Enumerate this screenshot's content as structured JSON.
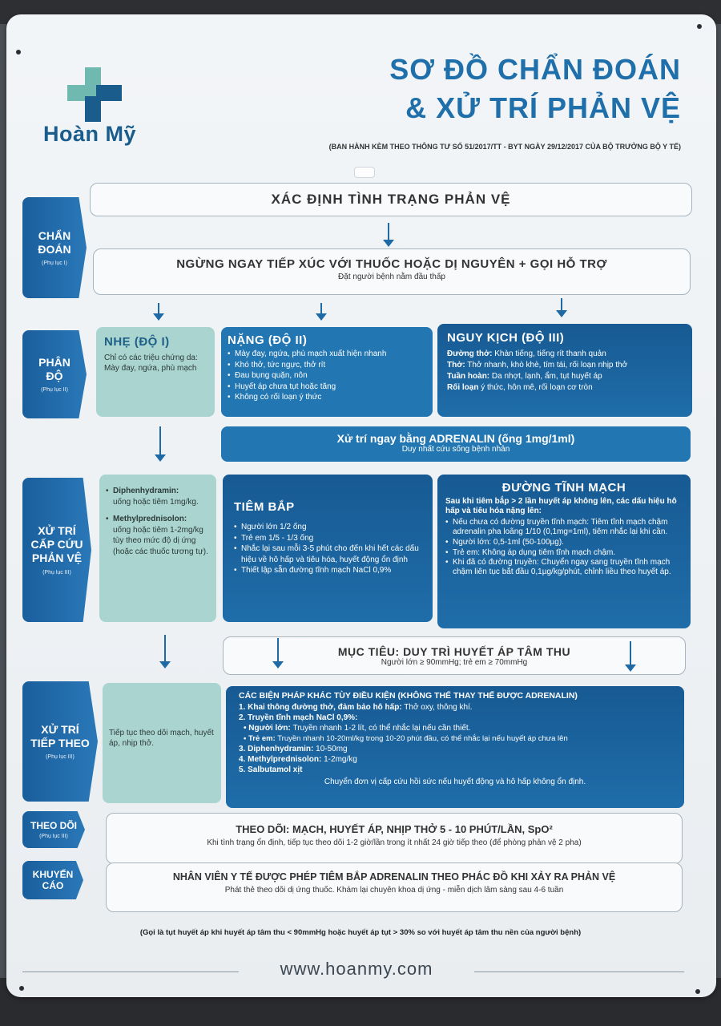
{
  "brand": {
    "name": "Hoàn Mỹ",
    "website": "www.hoanmy.com"
  },
  "header": {
    "title_line1": "SƠ ĐỒ CHẨN ĐOÁN",
    "title_line2": "& XỬ TRÍ PHẢN VỆ",
    "subtitle": "(BAN HÀNH KÈM THEO THÔNG TƯ SỐ 51/2017/TT - BYT NGÀY 29/12/2017 CỦA BỘ TRƯỞNG BỘ Y TẾ)"
  },
  "sections": {
    "chan_doan": {
      "line1": "CHẨN",
      "line2": "ĐOÁN",
      "ref": "(Phụ lục I)"
    },
    "phan_do": {
      "line1": "PHÂN",
      "line2": "ĐỘ",
      "ref": "(Phụ lục II)"
    },
    "xu_tri_cap_cuu": {
      "line1": "XỬ TRÍ",
      "line2": "CẤP CỨU",
      "line3": "PHẢN VỆ",
      "ref": "(Phụ lục III)"
    },
    "xu_tri_tiep_theo": {
      "line1": "XỬ TRÍ",
      "line2": "TIẾP THEO",
      "ref": "(Phụ lục III)"
    },
    "theo_doi": {
      "line1": "THEO DÕI",
      "ref": "(Phụ lục III)"
    },
    "khuyen_cao": {
      "line1": "KHUYẾN",
      "line2": "CÁO"
    }
  },
  "diagnosis": {
    "step1": "XÁC ĐỊNH TÌNH TRẠNG PHẢN VỆ",
    "step2": "NGỪNG NGAY TIẾP XÚC VỚI THUỐC HOẶC DỊ NGUYÊN + GỌI HỖ TRỢ",
    "step2_sub": "Đặt người bệnh nằm đầu thấp"
  },
  "grades": {
    "mild": {
      "title": "NHẸ (ĐỘ I)",
      "text": "Chỉ có các triệu chứng da: Mày đay, ngứa, phù mạch"
    },
    "severe": {
      "title": "NẶNG (ĐỘ II)",
      "items": [
        "Mày đay, ngứa, phù mạch xuất hiện nhanh",
        "Khó thở, tức ngực, thở rít",
        "Đau bụng quặn, nôn",
        "Huyết áp chưa tụt hoặc tăng",
        "Không có rối loạn ý thức"
      ]
    },
    "critical": {
      "title": "NGUY KỊCH (ĐỘ III)",
      "rows": [
        {
          "label": "Đường thở:",
          "text": "Khàn tiếng, tiếng rít thanh quản"
        },
        {
          "label": "Thở:",
          "text": "Thở nhanh, khò khè, tím tái, rối loạn nhịp thở"
        },
        {
          "label": "Tuần hoàn:",
          "text": "Da nhợt, lạnh, ẩm, tụt huyết áp"
        },
        {
          "label": "Rối loạn",
          "text": "ý thức, hôn mê, rối loạn cơ tròn"
        }
      ]
    }
  },
  "adrenalin": {
    "title": "Xử trí ngay bằng ADRENALIN (ống 1mg/1ml)",
    "sub": "Duy nhất cứu sống bệnh nhân"
  },
  "emergency": {
    "mild_items": [
      {
        "name": "Diphenhydramin:",
        "text": "uống hoặc tiêm 1mg/kg."
      },
      {
        "name": "Methylprednisolon:",
        "text": "uống hoặc tiêm 1-2mg/kg tùy theo mức độ dị ứng (hoặc các thuốc tương tự)."
      }
    ],
    "im": {
      "title": "TIÊM BẮP",
      "items": [
        "Người lớn 1/2 ống",
        "Trẻ em 1/5 - 1/3 ống",
        "Nhắc lại sau mỗi 3-5 phút cho đến khi hết các dấu hiệu về hô hấp và tiêu hóa, huyết động ổn định",
        "Thiết lập sẵn đường tĩnh mạch NaCl 0,9%"
      ]
    },
    "iv": {
      "title": "ĐƯỜNG TĨNH MẠCH",
      "intro": "Sau khi tiêm bắp > 2 lần huyết áp không lên, các dấu hiệu hô hấp và tiêu hóa nặng lên:",
      "items": [
        "Nếu chưa có đường truyền tĩnh mạch: Tiêm tĩnh mạch chậm adrenalin pha loãng 1/10 (0,1mg=1ml), tiêm nhắc lại khi cần.",
        "Người lớn: 0,5-1ml (50-100µg).",
        "Trẻ em: Không áp dụng tiêm tĩnh mạch chậm.",
        "Khi đã có đường truyền: Chuyển ngay sang truyền tĩnh mạch chậm liên tục bắt đầu 0,1µg/kg/phút, chỉnh liều theo huyết áp."
      ]
    }
  },
  "target": {
    "title": "MỤC TIÊU: DUY TRÌ HUYẾT ÁP TÂM THU",
    "sub": "Người lớn ≥ 90mmHg; trẻ em ≥ 70mmHg"
  },
  "followup": {
    "mild_text": "Tiếp tục theo dõi mạch, huyết áp, nhịp thở.",
    "title": "CÁC BIỆN PHÁP KHÁC TÙY ĐIỀU KIỆN (KHÔNG THỂ THAY THẾ ĐƯỢC ADRENALIN)",
    "lines": [
      {
        "label": "1. Khai thông đường thở, đảm bảo hô hấp:",
        "text": "Thở oxy, thông khí."
      },
      {
        "label": "2. Truyền tĩnh mạch NaCl 0,9%:",
        "text": ""
      },
      {
        "label": "• Người lớn:",
        "text": "Truyền nhanh 1-2 lít, có thể nhắc lại nếu cần thiết."
      },
      {
        "label": "• Trẻ em:",
        "text": "Truyền nhanh 10-20ml/kg trong 10-20 phút đầu, có thể nhắc lại nếu huyết áp chưa lên"
      },
      {
        "label": "3. Diphenhydramin:",
        "text": "10-50mg"
      },
      {
        "label": "4. Methylprednisolon:",
        "text": "1-2mg/kg"
      },
      {
        "label": "5. Salbutamol xịt",
        "text": ""
      }
    ],
    "note": "Chuyển đơn vị cấp cứu hồi sức nếu huyết động và hô hấp không ổn định."
  },
  "monitor": {
    "title": "THEO DÕI: MẠCH, HUYẾT ÁP, NHỊP THỞ 5 - 10 PHÚT/LẦN, SpO²",
    "sub": "Khi tình trạng ổn định, tiếp tục theo dõi 1-2 giờ/lần trong ít nhất 24 giờ tiếp theo (để phòng phản vệ 2 pha)"
  },
  "recommend": {
    "title": "NHÂN VIÊN Y TẾ ĐƯỢC PHÉP TIÊM BẮP ADRENALIN THEO PHÁC ĐỒ KHI XẢY RA PHẢN VỆ",
    "sub": "Phát thẻ theo dõi dị ứng thuốc. Khám lại chuyên khoa dị ứng - miễn dịch lâm sàng sau 4-6 tuần"
  },
  "footnote": "(Gọi là tụt huyết áp khi huyết áp tâm thu < 90mmHg hoặc huyết áp tụt > 30% so với huyết áp tâm thu nền của người bệnh)",
  "colors": {
    "dark_blue": "#175a93",
    "mid_blue": "#2276b2",
    "teal": "#a9d4cf",
    "title_blue": "#1f6faa"
  }
}
